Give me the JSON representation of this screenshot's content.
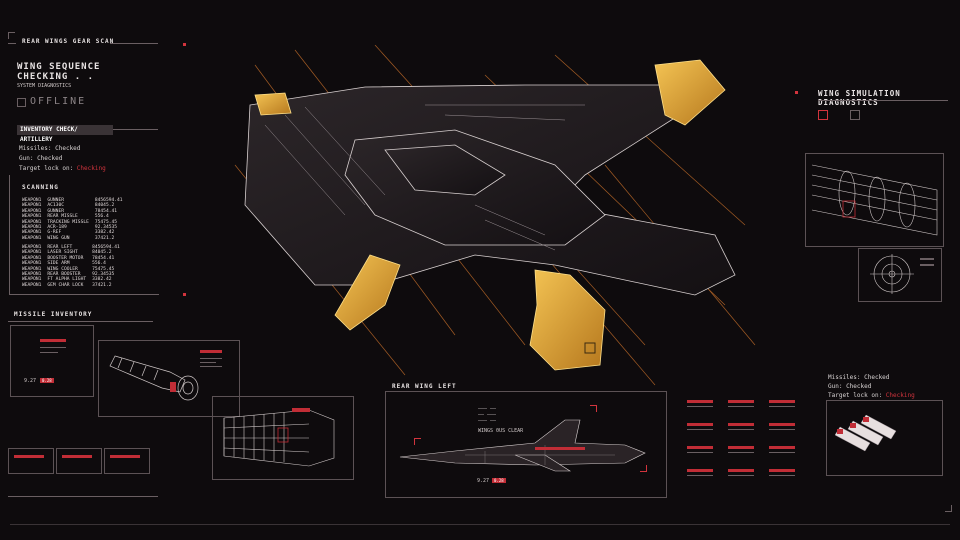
{
  "header": {
    "top_label": "REAR WINGS GEAR SCAN",
    "sequence_line1": "WING SEQUENCE",
    "sequence_line2": "CHECKING . .",
    "sequence_sub": "SYSTEM DIAGNOSTICS",
    "status": "OFFLINE"
  },
  "inventory": {
    "title": "INVENTORY CHECK/ ARTILLERY",
    "lines": [
      {
        "label": "Missiles: ",
        "value": "Checked"
      },
      {
        "label": "Gun: ",
        "value": "Checked"
      },
      {
        "label": "Target lock on: ",
        "value": "Checking"
      }
    ]
  },
  "scanning": {
    "title": "SCANNING",
    "group1": [
      {
        "w": "WEAPON1",
        "n": "GUNNER",
        "v": "8456594.41"
      },
      {
        "w": "WEAPON1",
        "n": "AC130C",
        "v": "84045.2"
      },
      {
        "w": "WEAPON1",
        "n": "GUNNER",
        "v": "78454.41"
      },
      {
        "w": "WEAPON1",
        "n": "REAR MISSLE",
        "v": "556.4"
      },
      {
        "w": "WEAPON1",
        "n": "TRACKING MISSLE",
        "v": "75475.45"
      },
      {
        "w": "WEAPON1",
        "n": "ACR-189",
        "v": "92.34535"
      },
      {
        "w": "WEAPON1",
        "n": "G-REF",
        "v": "3382.42"
      },
      {
        "w": "WEAPON1",
        "n": "WING GUN",
        "v": "37421.2"
      }
    ],
    "group2": [
      {
        "w": "WEAPON1",
        "n": "REAR LEFT",
        "v": "8456594.41"
      },
      {
        "w": "WEAPON1",
        "n": "LASER SIGHT",
        "v": "84045.2"
      },
      {
        "w": "WEAPON1",
        "n": "BOOSTER MOTOR",
        "v": "78454.41"
      },
      {
        "w": "WEAPON1",
        "n": "SIDE ARM",
        "v": "556.4"
      },
      {
        "w": "WEAPON1",
        "n": "WING COOLER",
        "v": "75475.45"
      },
      {
        "w": "WEAPON1",
        "n": "REAR BOOSTER",
        "v": "92.34535"
      },
      {
        "w": "WEAPON1",
        "n": "FT ALPHA LIGHT",
        "v": "3382.42"
      },
      {
        "w": "WEAPON1",
        "n": "GEM CHAR LOCK",
        "v": "37421.2"
      }
    ]
  },
  "missile_inventory": {
    "title": "MISSILE INVENTORY",
    "readout": "9.27",
    "badge": "0.28"
  },
  "rear_wing_left": {
    "title": "REAR WING LEFT",
    "note": "WINGS 0US CLEAR",
    "readout": "9.27",
    "badge": "0.28"
  },
  "diagnostics": {
    "title": "WING SIMULATION DIAGNOSTICS",
    "lines": [
      {
        "label": "Missiles: ",
        "value": "Checked"
      },
      {
        "label": "Gun: ",
        "value": "Checked"
      },
      {
        "label": "Target lock on: ",
        "value": "Checking"
      }
    ]
  },
  "colors": {
    "accent": "#d2343d",
    "highlight": "#f0b23a",
    "background": "#0e0b0d"
  }
}
